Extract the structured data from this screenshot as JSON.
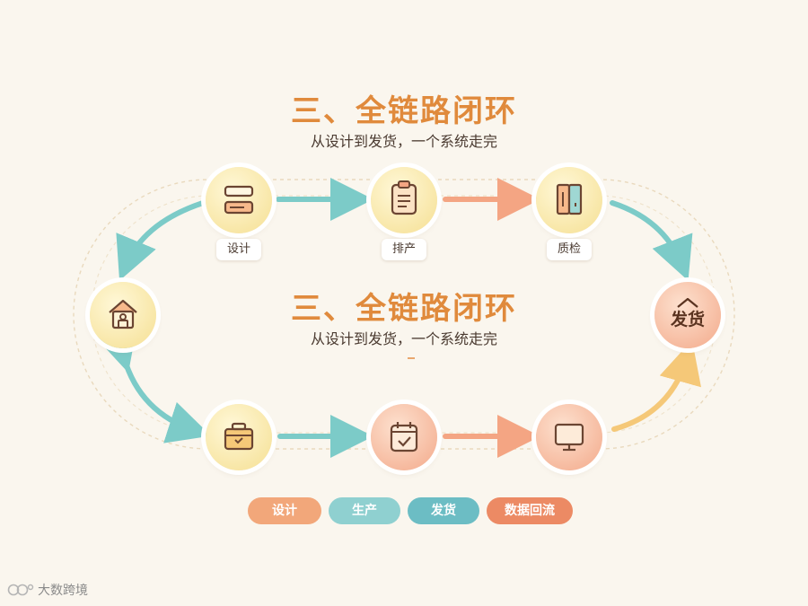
{
  "header_top": {
    "title": "三、全链路闭环",
    "subtitle": "从设计到发货，一个系统走完"
  },
  "header_mid": {
    "title": "三、全链路闭环",
    "subtitle": "从设计到发货，一个系统走完"
  },
  "nodes": [
    {
      "id": "design",
      "label": "设计",
      "icon": "layout-blocks-icon"
    },
    {
      "id": "schedule",
      "label": "排产",
      "icon": "clipboard-icon"
    },
    {
      "id": "inspect",
      "label": "质检",
      "icon": "book-panel-icon"
    },
    {
      "id": "ship",
      "text": "发货",
      "icon": "house-roof-icon"
    },
    {
      "id": "warehouse",
      "icon": "storehouse-icon"
    },
    {
      "id": "packing",
      "icon": "box-check-icon"
    },
    {
      "id": "calendar",
      "icon": "calendar-check-icon"
    },
    {
      "id": "monitor",
      "icon": "monitor-icon"
    }
  ],
  "legend": [
    {
      "label": "设计",
      "color": "#f2a77a"
    },
    {
      "label": "生产",
      "color": "#8fd0d0"
    },
    {
      "label": "发货",
      "color": "#6cbdc4"
    },
    {
      "label": "数据回流",
      "color": "#ec8a64"
    }
  ],
  "colors": {
    "title": "#e08a3c",
    "teal_arrow": "#7ccbc8",
    "salmon_arrow": "#f4a583",
    "yellow_arrow": "#f5c878",
    "track": "#e9d9bd"
  },
  "watermark": {
    "text": "大数跨境",
    "icon": "brand-logo-icon"
  }
}
